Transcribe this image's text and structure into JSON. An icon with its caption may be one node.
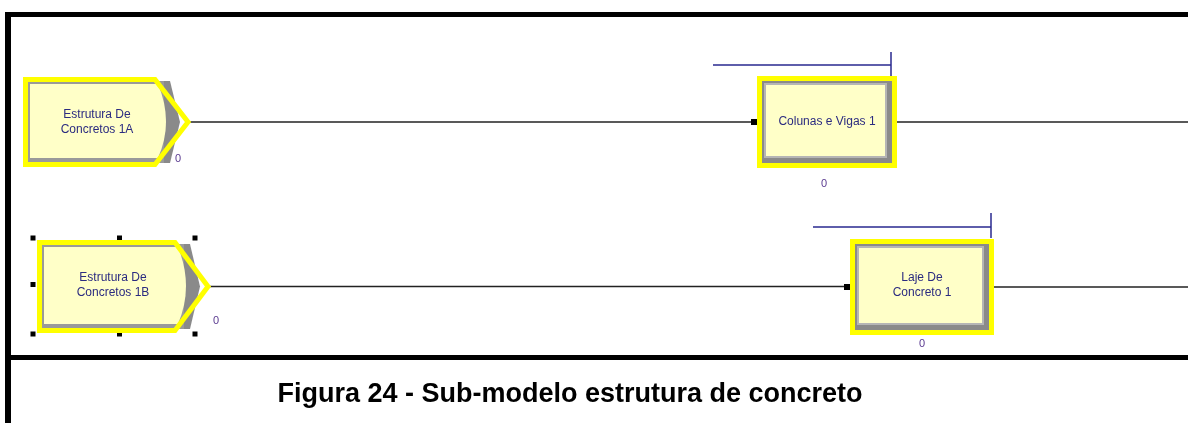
{
  "diagram": {
    "caption": "Figura 24 - Sub-modelo estrutura de concreto",
    "nodes": [
      {
        "text": [
          "Estrutura De Concretos 1A"
        ],
        "beside": [
          "0"
        ]
      },
      {
        "text": [
          "Colunas e Vigas 1"
        ],
        "beside": [
          "0"
        ]
      },
      {
        "text": [
          "Estrutura De Concretos 1B"
        ],
        "beside": [
          "0"
        ]
      },
      {
        "text": [
          "Laje De Concreto 1"
        ],
        "beside": [
          "0"
        ]
      }
    ],
    "edges": [
      {
        "from": 0,
        "to": 1,
        "arrow": "none"
      },
      {
        "from": 1,
        "to": null,
        "arrow": "none"
      },
      {
        "from": 2,
        "to": 3,
        "arrow": "none"
      },
      {
        "from": 3,
        "to": null,
        "arrow": "none"
      }
    ]
  }
}
